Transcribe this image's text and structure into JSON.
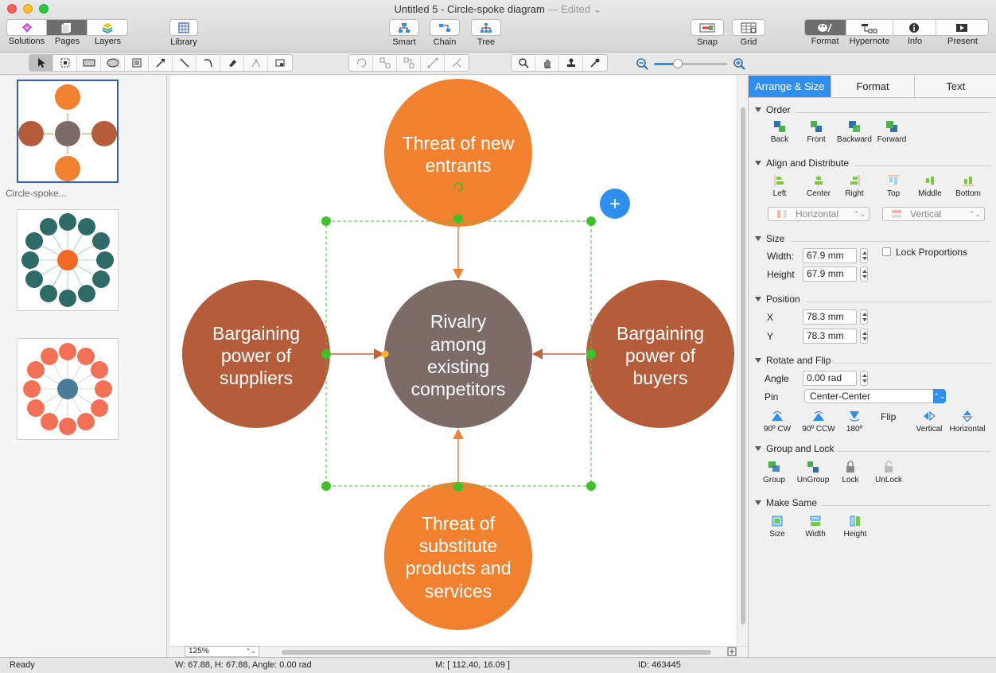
{
  "window": {
    "title": "Untitled 5 - Circle-spoke diagram",
    "edited_label": "— Edited ⌄"
  },
  "toolbar": {
    "left_segment": [
      "Solutions",
      "Pages",
      "Layers"
    ],
    "library": "Library",
    "center": [
      "Smart",
      "Chain",
      "Tree"
    ],
    "snap": "Snap",
    "grid": "Grid",
    "right_segment": [
      "Format",
      "Hypernote",
      "Info",
      "Present"
    ]
  },
  "pages_panel": {
    "thumb_caption": "Circle-spoke..."
  },
  "diagram": {
    "center": {
      "lines": [
        "Rivalry",
        "among",
        "existing",
        "competitors"
      ],
      "color": "#7c6b67"
    },
    "top": {
      "lines": [
        "Threat of new",
        "entrants"
      ],
      "color": "#f2812f"
    },
    "bottom": {
      "lines": [
        "Threat of",
        "substitute",
        "products and",
        "services"
      ],
      "color": "#f2812f"
    },
    "left": {
      "lines": [
        "Bargaining",
        "power of",
        "suppliers"
      ],
      "color": "#b55c3a"
    },
    "right": {
      "lines": [
        "Bargaining",
        "power of",
        "buyers"
      ],
      "color": "#b55c3a"
    },
    "add_button": "+"
  },
  "canvas_controls": {
    "zoom_value": "125%"
  },
  "status": {
    "ready": "Ready",
    "dims": "W: 67.88,  H: 67.88,  Angle: 0.00 rad",
    "mouse": "M: [ 112.40, 16.09 ]",
    "id": "ID: 463445"
  },
  "inspector": {
    "tabs": [
      "Arrange & Size",
      "Format",
      "Text"
    ],
    "order": {
      "title": "Order",
      "buttons": [
        "Back",
        "Front",
        "Backward",
        "Forward"
      ]
    },
    "align": {
      "title": "Align and Distribute",
      "buttons": [
        "Left",
        "Center",
        "Right",
        "Top",
        "Middle",
        "Bottom"
      ],
      "horizontal": "Horizontal",
      "vertical": "Vertical"
    },
    "size": {
      "title": "Size",
      "width_label": "Width:",
      "width_value": "67.9 mm",
      "height_label": "Height",
      "height_value": "67.9 mm",
      "lock_label": "Lock Proportions"
    },
    "position": {
      "title": "Position",
      "x_label": "X",
      "x_value": "78.3 mm",
      "y_label": "Y",
      "y_value": "78.3 mm"
    },
    "rotate": {
      "title": "Rotate and Flip",
      "angle_label": "Angle",
      "angle_value": "0.00 rad",
      "pin_label": "Pin",
      "pin_value": "Center-Center",
      "buttons": [
        "90º CW",
        "90º CCW",
        "180º"
      ],
      "flip_label": "Flip",
      "flip_buttons": [
        "Vertical",
        "Horizontal"
      ]
    },
    "group": {
      "title": "Group and Lock",
      "buttons": [
        "Group",
        "UnGroup",
        "Lock",
        "UnLock"
      ]
    },
    "make_same": {
      "title": "Make Same",
      "buttons": [
        "Size",
        "Width",
        "Height"
      ]
    }
  }
}
